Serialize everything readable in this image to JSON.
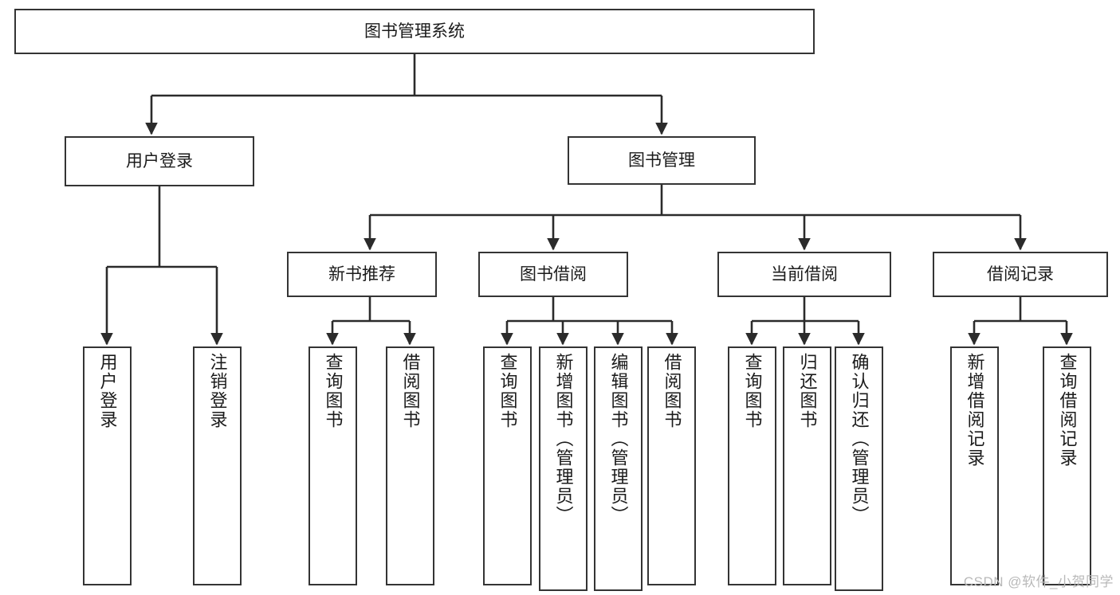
{
  "diagram": {
    "type": "tree",
    "title": "图书管理系统",
    "watermark": "CSDN @软件_小贺同学",
    "colors": {
      "box_border": "#343434",
      "box_fill": "#ffffff",
      "edge": "#2b2b2b",
      "text": "#1b1b1b",
      "watermark": "#b9b9b9"
    },
    "nodes": {
      "root": {
        "label": "图书管理系统"
      },
      "level2": [
        {
          "label": "用户登录"
        },
        {
          "label": "图书管理"
        }
      ],
      "level3": [
        {
          "label": "新书推荐"
        },
        {
          "label": "图书借阅"
        },
        {
          "label": "当前借阅"
        },
        {
          "label": "借阅记录"
        }
      ],
      "leaves_user_login": [
        {
          "label": "用户登录"
        },
        {
          "label": "注销登录"
        }
      ],
      "leaves_new_book": [
        {
          "label": "查询图书"
        },
        {
          "label": "借阅图书"
        }
      ],
      "leaves_borrow": [
        {
          "label": "查询图书"
        },
        {
          "label": "新增图书（管理员）"
        },
        {
          "label": "编辑图书（管理员）"
        },
        {
          "label": "借阅图书"
        }
      ],
      "leaves_current": [
        {
          "label": "查询图书"
        },
        {
          "label": "归还图书"
        },
        {
          "label": "确认归还（管理员）"
        }
      ],
      "leaves_records": [
        {
          "label": "新增借阅记录"
        },
        {
          "label": "查询借阅记录"
        }
      ]
    }
  }
}
